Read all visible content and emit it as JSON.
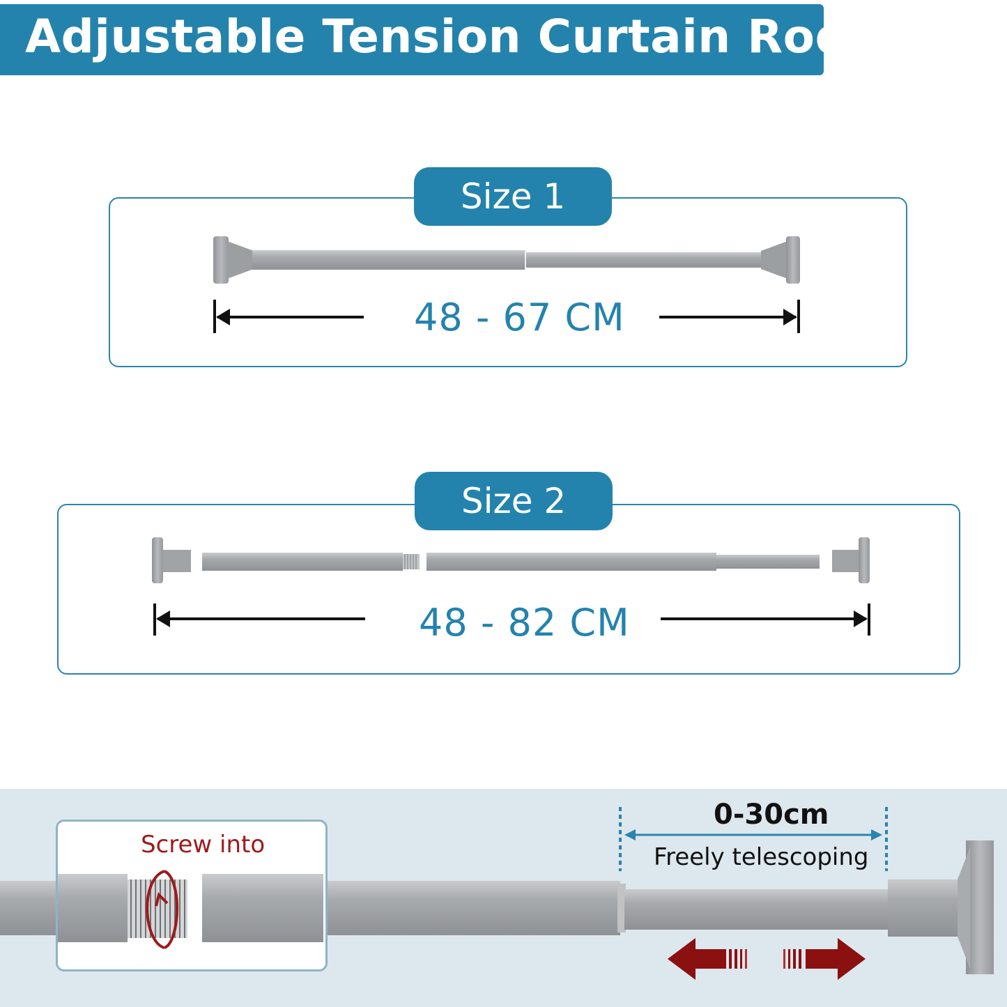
{
  "title": "Adjustable Tension Curtain Rod",
  "size1": {
    "label": "Size 1",
    "range": "48 - 67 CM"
  },
  "size2": {
    "label": "Size 2",
    "range": "48 - 82 CM"
  },
  "detail": {
    "screw_label": "Screw into",
    "range_label": "0-30cm",
    "telescope_label": "Freely telescoping"
  },
  "colors": {
    "accent": "#2383ad",
    "rod": "#a5a8ab",
    "arrow_red": "#8b1010",
    "panel_bg": "#dde7ee"
  }
}
